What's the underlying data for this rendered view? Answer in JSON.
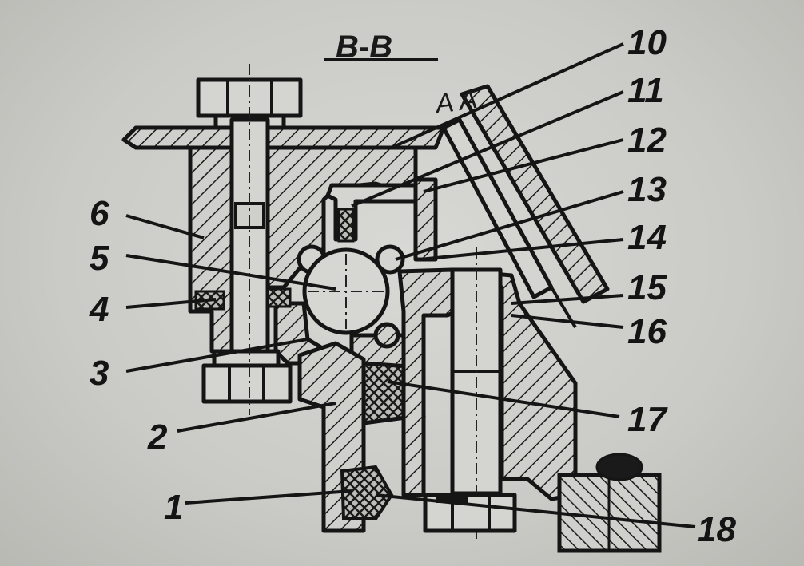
{
  "section_title": "B-B",
  "tag_a": "A A",
  "callouts": {
    "c1": "1",
    "c2": "2",
    "c3": "3",
    "c4": "4",
    "c5": "5",
    "c6": "6",
    "c10": "10",
    "c11": "11",
    "c12": "12",
    "c13": "13",
    "c14": "14",
    "c15": "15",
    "c16": "16",
    "c17": "17",
    "c18": "18"
  },
  "colors": {
    "ink": "#151515",
    "paper": "#cacac6"
  }
}
